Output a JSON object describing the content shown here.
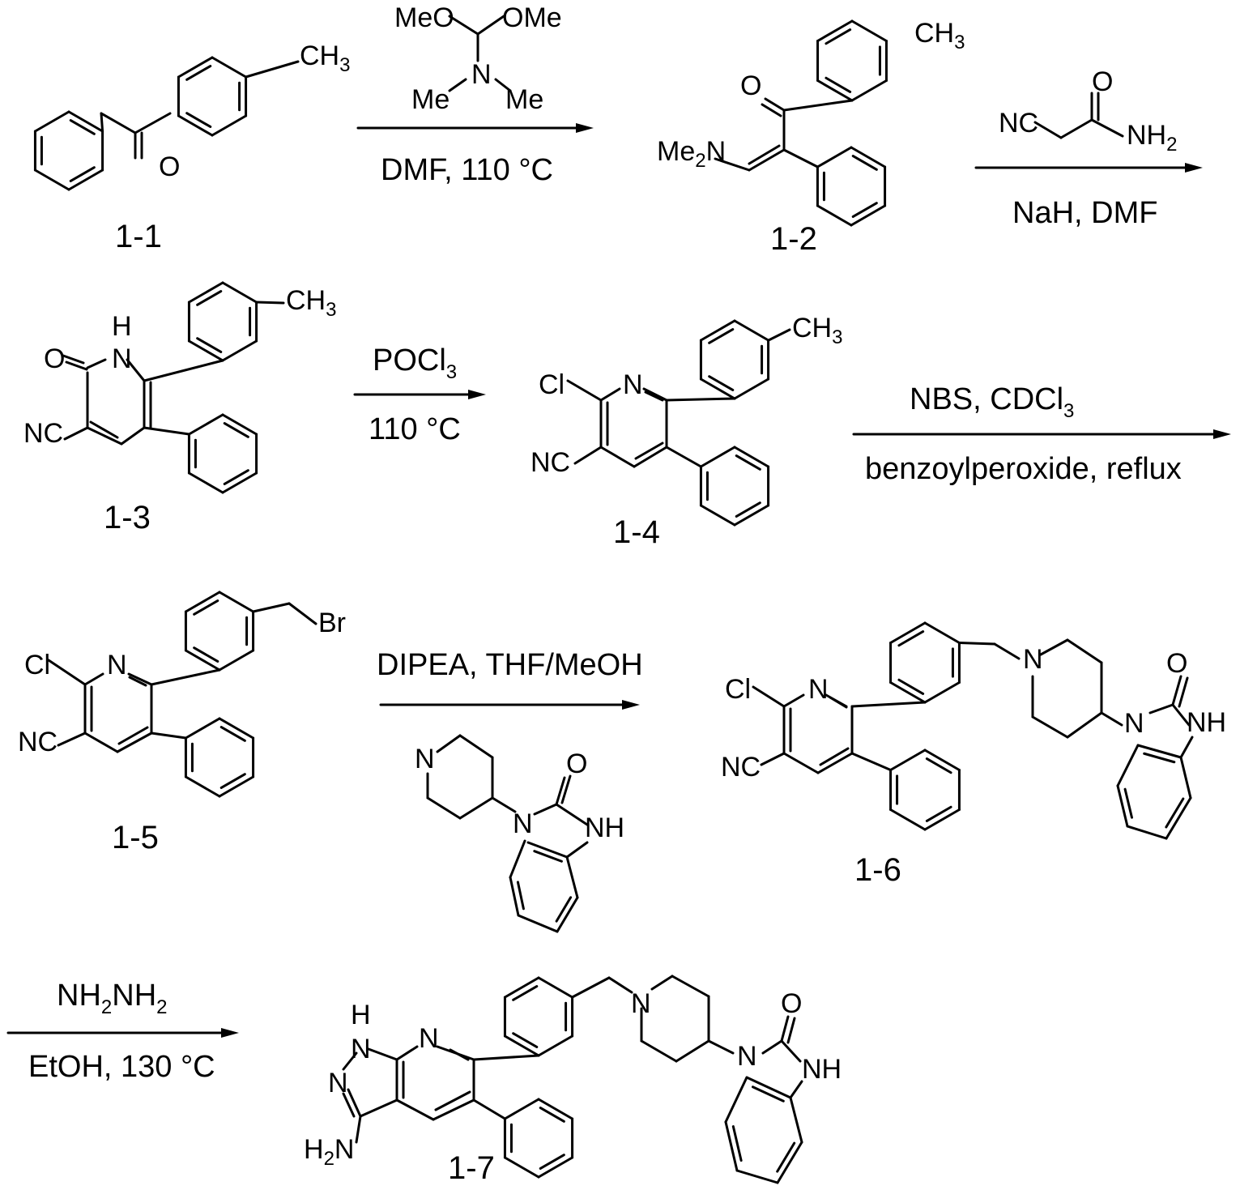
{
  "title": "Synthetic scheme for compound 1-7",
  "compounds": {
    "c1": {
      "label": "1-1",
      "atoms": {
        "o": "O",
        "ch3": "CH",
        "ch3_sub": "3"
      }
    },
    "c2": {
      "label": "1-2",
      "atoms": {
        "o": "O",
        "nme2": "Me",
        "nme2_sub": "2",
        "nme2_n": "N",
        "ch3": "CH",
        "ch3_sub": "3"
      }
    },
    "c3": {
      "label": "1-3",
      "atoms": {
        "o": "O",
        "h": "H",
        "n": "N",
        "nc": "NC",
        "ch3": "CH",
        "ch3_sub": "3"
      }
    },
    "c4": {
      "label": "1-4",
      "atoms": {
        "cl": "Cl",
        "n": "N",
        "nc": "NC",
        "ch3": "CH",
        "ch3_sub": "3"
      }
    },
    "c5": {
      "label": "1-5",
      "atoms": {
        "cl": "Cl",
        "n": "N",
        "nc": "NC",
        "br": "Br"
      }
    },
    "c6": {
      "label": "1-6",
      "atoms": {
        "cl": "Cl",
        "n": "N",
        "nc": "NC",
        "pip_n": "N",
        "bzi_n": "N",
        "nh": "NH",
        "o": "O"
      }
    },
    "c7": {
      "label": "1-7",
      "atoms": {
        "h": "H",
        "n1": "N",
        "n2": "N",
        "npy": "N",
        "h2n": "H",
        "h2n_sub": "2",
        "h2n_n": "N",
        "pip_n": "N",
        "bzi_n": "N",
        "nh": "NH",
        "o": "O"
      }
    }
  },
  "reactions": [
    {
      "id": "step1",
      "reagent_atoms": {
        "meo": "MeO",
        "ome": "OMe",
        "n": "N",
        "me1": "Me",
        "me2": "Me"
      },
      "below": "DMF, 110 °C"
    },
    {
      "id": "step2",
      "reagent_atoms": {
        "nc": "NC",
        "o": "O",
        "nh": "NH",
        "nh_sub": "2"
      },
      "below": "NaH, DMF"
    },
    {
      "id": "step3",
      "above": "POCl",
      "above_sub": "3",
      "below": "110 °C"
    },
    {
      "id": "step4",
      "above": "NBS, CDCl",
      "above_sub": "3",
      "below": "benzoylperoxide, reflux"
    },
    {
      "id": "step5",
      "above": "DIPEA, THF/MeOH",
      "reagent_atoms": {
        "n": "N",
        "bzi_n": "N",
        "nh": "NH",
        "o": "O"
      }
    },
    {
      "id": "step6",
      "above_a": "NH",
      "above_a_sub": "2",
      "above_b": "NH",
      "above_b_sub": "2",
      "below": "EtOH, 130 °C"
    }
  ]
}
